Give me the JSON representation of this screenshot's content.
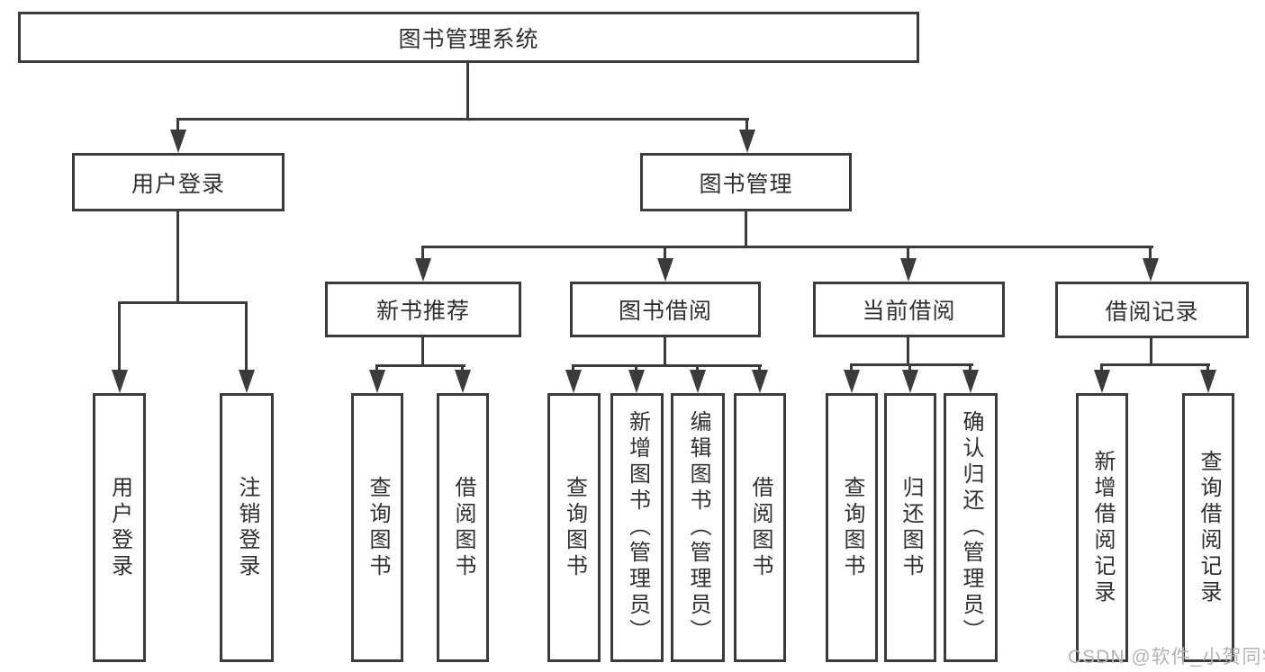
{
  "root": {
    "label": "图书管理系统"
  },
  "branches": [
    {
      "label": "用户登录",
      "children": [
        {
          "label": "用户登录"
        },
        {
          "label": "注销登录"
        }
      ]
    },
    {
      "label": "图书管理",
      "children": [
        {
          "label": "新书推荐",
          "children": [
            {
              "label": "查询图书"
            },
            {
              "label": "借阅图书"
            }
          ]
        },
        {
          "label": "图书借阅",
          "children": [
            {
              "label": "查询图书"
            },
            {
              "label": "新增图书（管理员）"
            },
            {
              "label": "编辑图书（管理员）"
            },
            {
              "label": "借阅图书"
            }
          ]
        },
        {
          "label": "当前借阅",
          "children": [
            {
              "label": "查询图书"
            },
            {
              "label": "归还图书"
            },
            {
              "label": "确认归还（管理员）"
            }
          ]
        },
        {
          "label": "借阅记录",
          "children": [
            {
              "label": "新增借阅记录"
            },
            {
              "label": "查询借阅记录"
            }
          ]
        }
      ]
    }
  ],
  "watermark": {
    "text": "CSDN @软件_小贺同学"
  },
  "colors": {
    "line": "#3b3b3b",
    "text": "#303030",
    "watermark": "#b4b4b4",
    "background": "#ffffff"
  }
}
